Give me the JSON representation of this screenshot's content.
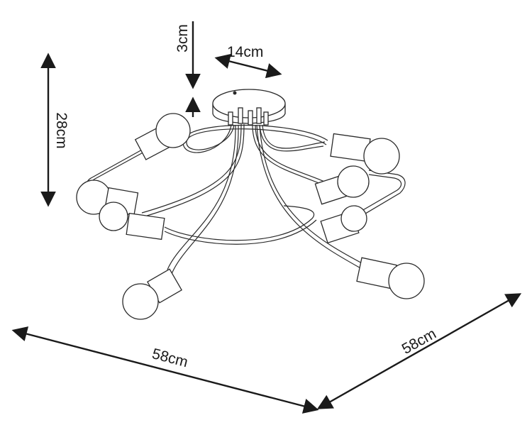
{
  "dimensions": {
    "height_total": "28cm",
    "canopy_height": "3cm",
    "canopy_diameter": "14cm",
    "width_front": "58cm",
    "width_side": "58cm"
  },
  "colors": {
    "line": "#1a1a1a",
    "fixture": "#2a2a2a",
    "background": "#ffffff"
  }
}
